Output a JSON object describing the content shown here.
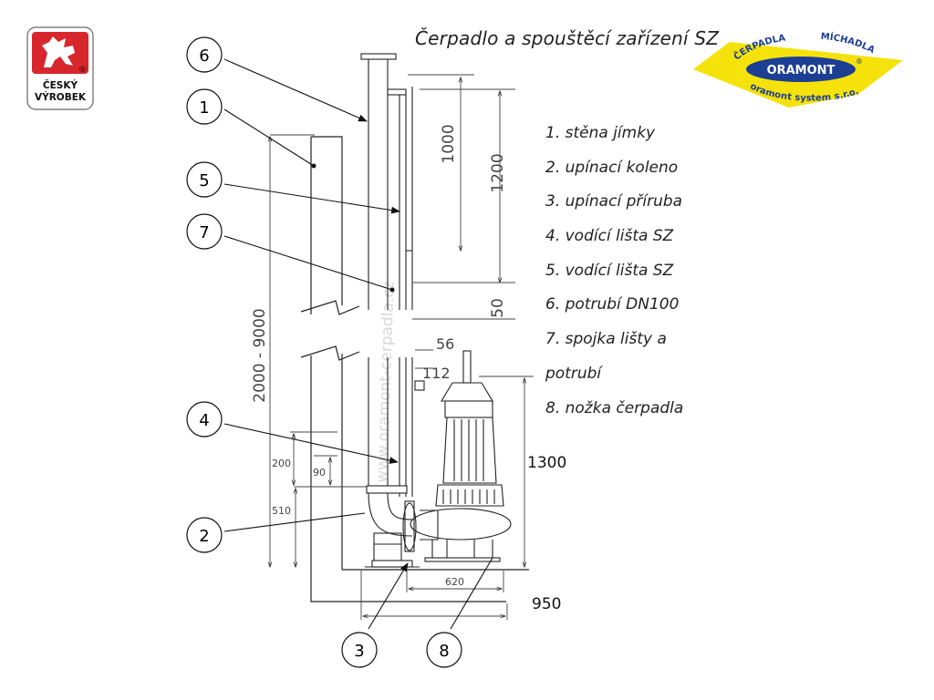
{
  "title": "Čerpadlo a spouštěcí zařízení SZ",
  "legend": [
    "1. stěna jímky",
    "2. upínací koleno",
    "3. upínací příruba",
    "4. vodící lišta SZ",
    "5. vodící lišta SZ",
    "6. potrubí DN100",
    "7. spojka lišty a",
    "potrubí",
    "8. nožka čerpadla"
  ],
  "callouts": [
    "6",
    "1",
    "5",
    "7",
    "4",
    "2",
    "3",
    "8"
  ],
  "dimensions": {
    "d1000": "1000",
    "d1200": "1200",
    "d50": "50",
    "d56": "56",
    "d112": "112",
    "d2000_9000": "2000 - 9000",
    "d200": "200",
    "d90": "90",
    "d510": "510",
    "d1300": "1300",
    "d620": "620",
    "d950": "950"
  },
  "logo_left": {
    "line1": "ČESKÝ",
    "line2": "VÝROBEK",
    "mark": "®",
    "color": "#d7262c"
  },
  "logo_right": {
    "arc_top_left": "ČERPADLA",
    "arc_top_right": "MÍCHADLA",
    "brand": "ORAMONT",
    "bottom": "oramont  system s.r.o.",
    "mark": "®",
    "yellow": "#f5e20a",
    "blue": "#1c3f94"
  },
  "watermark": "www.oramont-cerpadla.cz"
}
